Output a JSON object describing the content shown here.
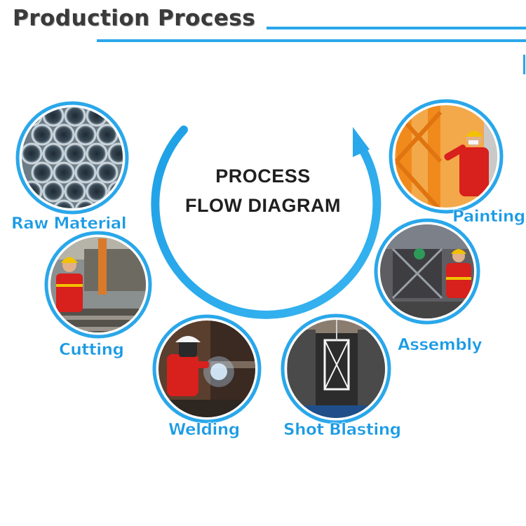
{
  "header": {
    "title": "Production Process"
  },
  "center": {
    "line1": "PROCESS",
    "line2": "FLOW DIAGRAM"
  },
  "steps": [
    {
      "id": "raw-material",
      "label": "Raw Material",
      "scene": "pipe-stack"
    },
    {
      "id": "cutting",
      "label": "Cutting",
      "scene": "worker-machine"
    },
    {
      "id": "welding",
      "label": "Welding",
      "scene": "welder"
    },
    {
      "id": "shot-blasting",
      "label": "Shot Blasting",
      "scene": "blast-chamber"
    },
    {
      "id": "assembly",
      "label": "Assembly",
      "scene": "assembly-worker"
    },
    {
      "id": "painting",
      "label": "Painting",
      "scene": "painter"
    }
  ],
  "colors": {
    "accent": "#2aa7ea",
    "label": "#1b9be4",
    "title": "#3a3a3a",
    "worker": "#d8201c",
    "helmet": "#f2c200",
    "steel_orange": "#f08a1c"
  }
}
